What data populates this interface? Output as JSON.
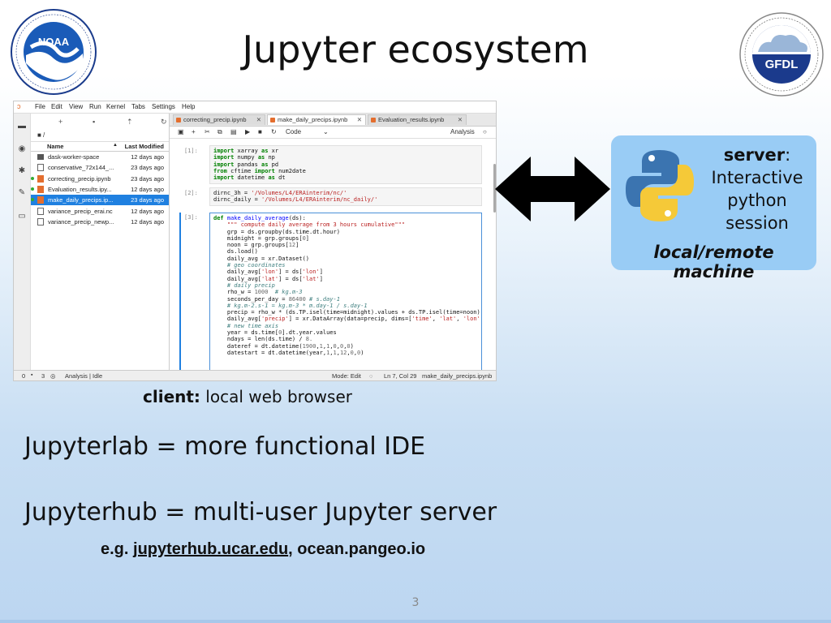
{
  "slide": {
    "title": "Jupyter ecosystem",
    "page_number": "3"
  },
  "logos": {
    "noaa": {
      "text": "NOAA",
      "ring_text": "NATIONAL OCEANIC AND ATMOSPHERIC ADMINISTRATION · U.S. DEPARTMENT OF COMMERCE"
    },
    "gfdl": {
      "text": "GFDL",
      "ring_text": "National Oceanic and Atmospheric Administration"
    }
  },
  "jupyterlab": {
    "menu": [
      "File",
      "Edit",
      "View",
      "Run",
      "Kernel",
      "Tabs",
      "Settings",
      "Help"
    ],
    "path": "■ /",
    "file_header": {
      "name": "Name",
      "modified": "Last Modified"
    },
    "files": [
      {
        "name": "dask-worker-space",
        "date": "12 days ago",
        "type": "folder",
        "running": false,
        "selected": false
      },
      {
        "name": "conservative_72x144_...",
        "date": "23 days ago",
        "type": "file",
        "running": false,
        "selected": false
      },
      {
        "name": "correcting_precip.ipynb",
        "date": "23 days ago",
        "type": "notebook",
        "running": true,
        "selected": false
      },
      {
        "name": "Evaluation_results.ipy...",
        "date": "12 days ago",
        "type": "notebook",
        "running": true,
        "selected": false
      },
      {
        "name": "make_daily_precips.ip...",
        "date": "23 days ago",
        "type": "notebook",
        "running": true,
        "selected": true
      },
      {
        "name": "variance_precip_erai.nc",
        "date": "12 days ago",
        "type": "file",
        "running": false,
        "selected": false
      },
      {
        "name": "variance_precip_newp...",
        "date": "12 days ago",
        "type": "file",
        "running": false,
        "selected": false
      }
    ],
    "tabs": [
      {
        "label": "correcting_precip.ipynb",
        "active": false
      },
      {
        "label": "make_daily_precips.ipynb",
        "active": true
      },
      {
        "label": "Evaluation_results.ipynb",
        "active": false
      }
    ],
    "toolbar": {
      "cell_type": "Code",
      "kernel": "Analysis"
    },
    "cells": [
      {
        "prompt": "[1]:"
      },
      {
        "prompt": "[2]:"
      },
      {
        "prompt": "[3]:"
      }
    ],
    "status": {
      "left_count_a": "0",
      "left_count_b": "3",
      "kernel": "Analysis | Idle",
      "mode": "Mode: Edit",
      "position": "Ln 7, Col 29",
      "filename": "make_daily_precips.ipynb"
    }
  },
  "client_caption": {
    "bold": "client:",
    "rest": " local web browser"
  },
  "server_box": {
    "title_bold": "server",
    "title_colon": ":",
    "description": [
      "Interactive",
      "python",
      "session"
    ],
    "footer": "local/remote machine"
  },
  "bullets": {
    "b1": "Jupyterlab = more functional IDE",
    "b2": "Jupyterhub = multi-user Jupyter server"
  },
  "example": {
    "prefix": "e.g. ",
    "link": "jupyterhub.ucar.edu",
    "rest": ", ocean.pangeo.io"
  },
  "colors": {
    "accent": "#1f80e0",
    "server_bg": "#99ccf5",
    "jupyter_orange": "#e46e2e"
  }
}
